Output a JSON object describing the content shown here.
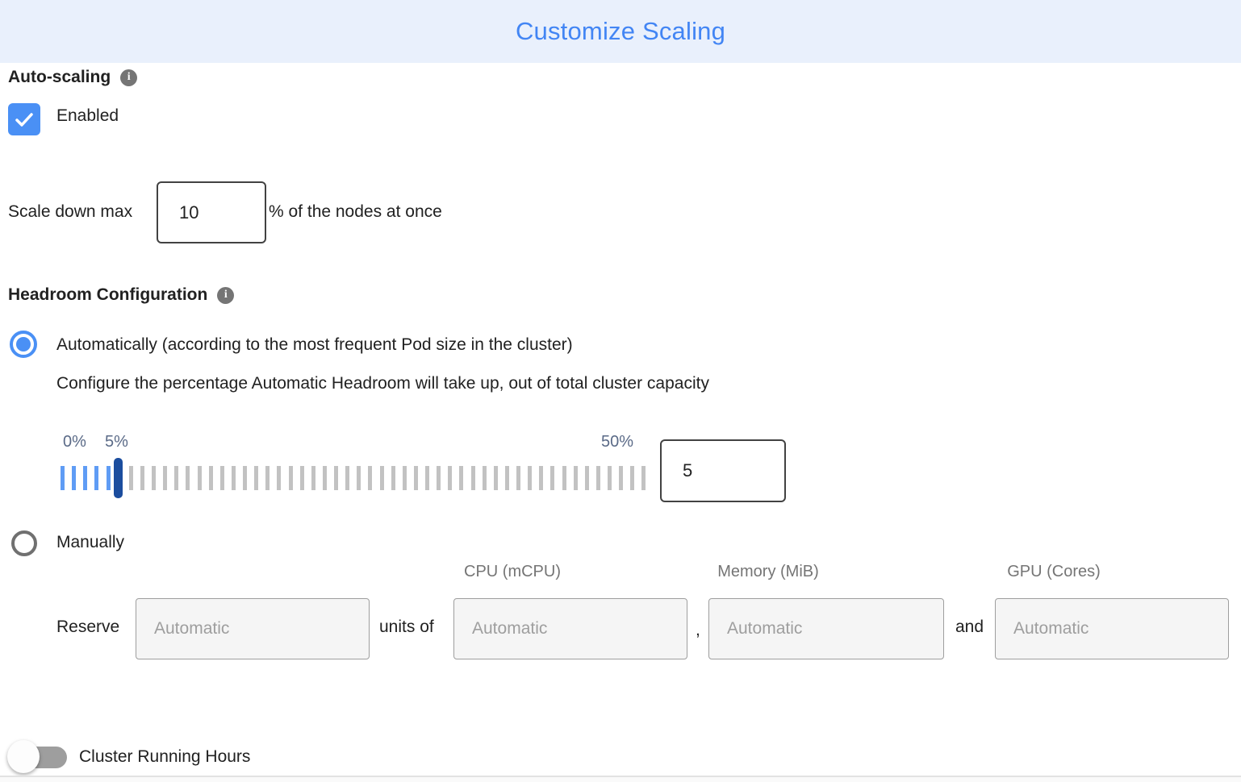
{
  "header": {
    "title": "Customize Scaling"
  },
  "icons": {
    "info": "i"
  },
  "auto_scaling": {
    "label": "Auto-scaling",
    "enabled_label": "Enabled",
    "checked": true
  },
  "scale_down": {
    "prefix": "Scale down max",
    "value": "10",
    "suffix": "% of the nodes at once"
  },
  "headroom": {
    "label": "Headroom Configuration",
    "automatic_option": "Automatically (according to the most frequent Pod size in the cluster)",
    "automatic_description": "Configure the percentage Automatic Headroom will take up, out of total cluster capacity",
    "slider": {
      "min_label": "0%",
      "current_label": "5%",
      "max_label": "50%",
      "min": 0,
      "max": 50,
      "value": "5",
      "ticks": 52,
      "filled_ticks": 6
    },
    "manual_option": "Manually"
  },
  "reserve": {
    "label": "Reserve",
    "units_of": "units of",
    "comma": ",",
    "and": "and",
    "columns": [
      "CPU (mCPU)",
      "Memory (MiB)",
      "GPU (Cores)"
    ],
    "placeholder": "Automatic"
  },
  "cluster_running_hours": {
    "label": "Cluster Running Hours",
    "enabled": false
  },
  "colors": {
    "header_bg": "#e9f0fc",
    "title_blue": "#4285f4",
    "accent_blue": "#4a90f5",
    "handle_blue": "#1b4d9e",
    "tick_blue": "#5f9cf5",
    "tick_gray": "#c2c2c2",
    "slider_label": "#5a6a87"
  }
}
